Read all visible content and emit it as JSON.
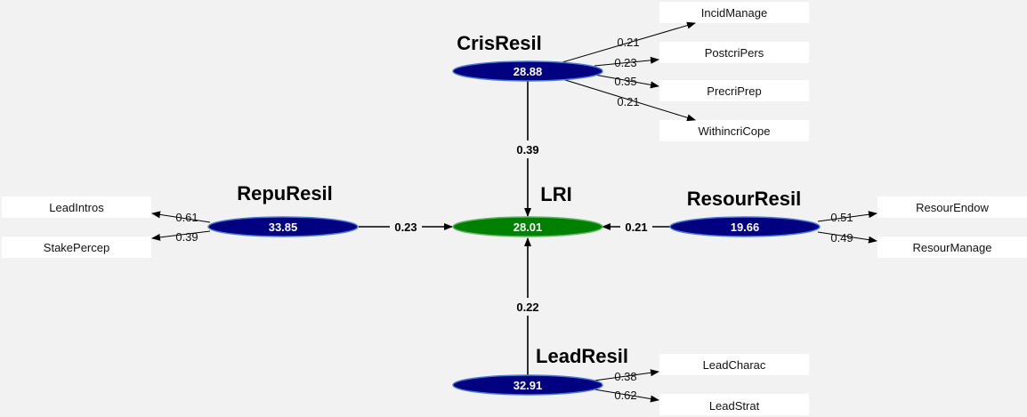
{
  "diagram": {
    "colors": {
      "background": "#f2f2f2",
      "latent_fill": "#000080",
      "latent_stroke": "#4a7bd4",
      "central_fill": "#008000",
      "central_stroke": "#5fb85f",
      "indicator_fill": "#ffffff"
    },
    "central": {
      "id": "LRI",
      "title": "LRI",
      "value": "28.01"
    },
    "latents": [
      {
        "id": "CrisResil",
        "title": "CrisResil",
        "value": "28.88",
        "path_to_lri": "0.39",
        "indicators": [
          {
            "name": "IncidManage",
            "loading": "0.21"
          },
          {
            "name": "PostcriPers",
            "loading": "0.23"
          },
          {
            "name": "PrecriPrep",
            "loading": "0.35"
          },
          {
            "name": "WithincriCope",
            "loading": "0.21"
          }
        ]
      },
      {
        "id": "RepuResil",
        "title": "RepuResil",
        "value": "33.85",
        "path_to_lri": "0.23",
        "indicators": [
          {
            "name": "LeadIntros",
            "loading": "0.61"
          },
          {
            "name": "StakePercep",
            "loading": "0.39"
          }
        ]
      },
      {
        "id": "ResourResil",
        "title": "ResourResil",
        "value": "19.66",
        "path_to_lri": "0.21",
        "indicators": [
          {
            "name": "ResourEndow",
            "loading": "0.51"
          },
          {
            "name": "ResourManage",
            "loading": "0.49"
          }
        ]
      },
      {
        "id": "LeadResil",
        "title": "LeadResil",
        "value": "32.91",
        "path_to_lri": "0.22",
        "indicators": [
          {
            "name": "LeadCharac",
            "loading": "0.38"
          },
          {
            "name": "LeadStrat",
            "loading": "0.62"
          }
        ]
      }
    ]
  }
}
